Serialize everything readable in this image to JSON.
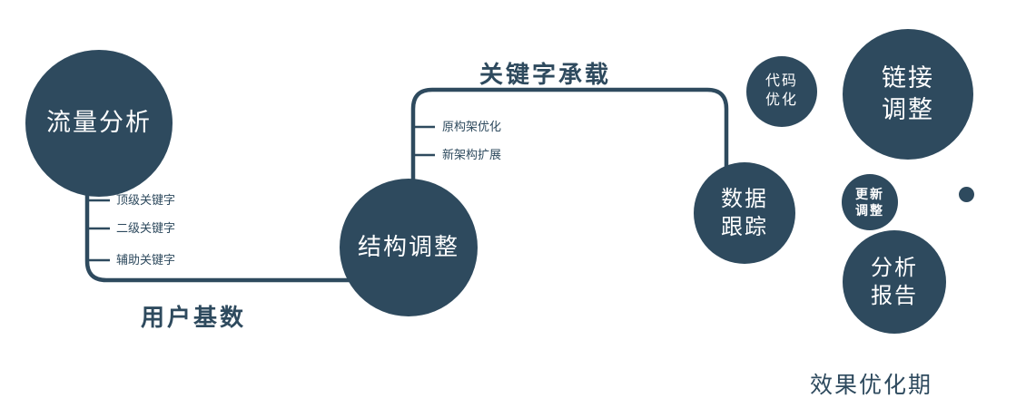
{
  "colors": {
    "node_fill": "#2e4a5e",
    "node_text": "#ffffff",
    "line": "#2e4a5e",
    "label_text": "#2e4a5e",
    "background": "#ffffff"
  },
  "nodes": {
    "traffic_analysis": {
      "label": "流量分析"
    },
    "structure_adjust": {
      "label": "结构调整"
    },
    "data_tracking": {
      "label": "数据\n跟踪"
    },
    "code_optimization": {
      "label": "代码\n优化"
    },
    "link_adjustment": {
      "label": "链接\n调整"
    },
    "update_adjustment": {
      "label": "更新\n调整"
    },
    "analysis_report": {
      "label": "分析\n报告"
    }
  },
  "edge_labels": {
    "user_base": "用户基数",
    "keyword_carrying": "关键字承载"
  },
  "tick_labels": {
    "left_branch": [
      "顶级关键字",
      "二级关键字",
      "辅助关键字"
    ],
    "middle_branch": [
      "原构架优化",
      "新架构扩展"
    ]
  },
  "caption": "效果优化期"
}
